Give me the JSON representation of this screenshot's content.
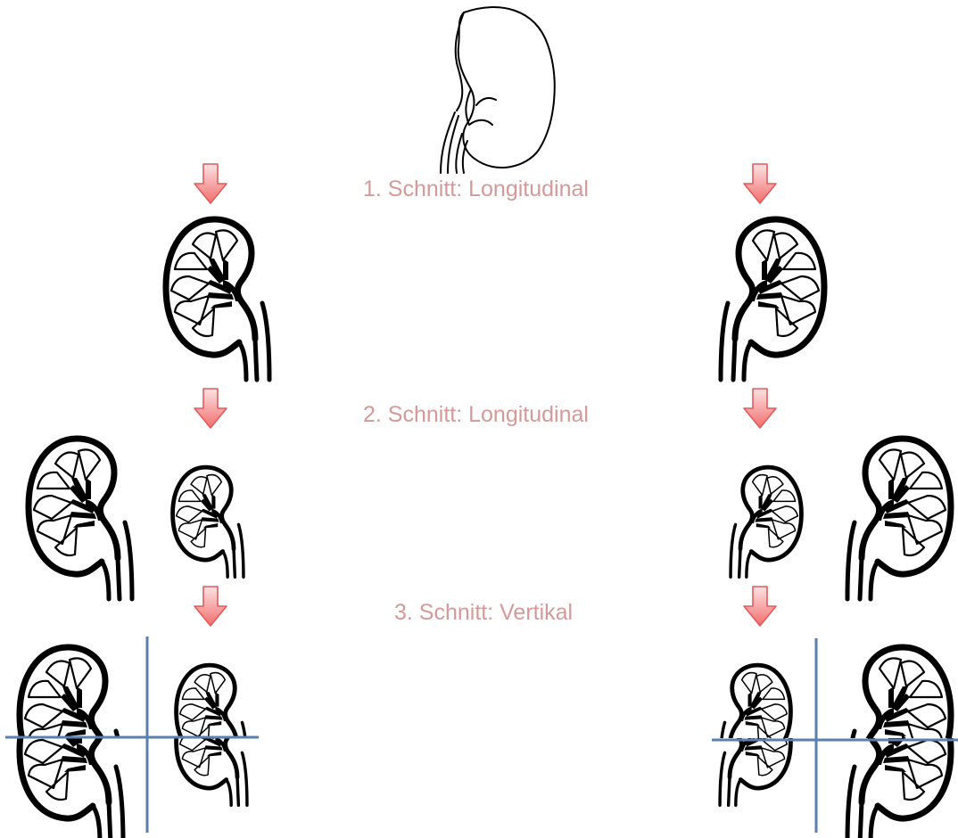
{
  "steps": [
    {
      "label": "1. Schnitt: Longitudinal"
    },
    {
      "label": "2. Schnitt: Longitudinal"
    },
    {
      "label": "3. Schnitt: Vertikal"
    }
  ],
  "colors": {
    "arrow_fill_top": "#fde3e3",
    "arrow_fill_bottom": "#f26d6d",
    "arrow_stroke": "#e05c5c",
    "label_text": "#d49a9a",
    "cut_line": "#5b7fb0",
    "outline": "#000000"
  },
  "icons": {
    "whole_kidney": "kidney-outline-icon",
    "kidney_section": "kidney-cross-section-icon",
    "arrow": "down-arrow-icon"
  }
}
